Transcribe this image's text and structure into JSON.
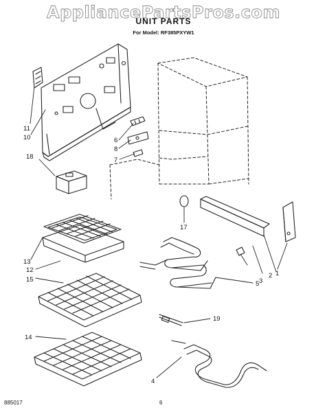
{
  "watermark": "AppliancePartsPros.com",
  "title": "UNIT PARTS",
  "subtitle": "For Model: RF385PXYW1",
  "footer_code": "885017",
  "page_number": "6",
  "callouts": {
    "c1": "1",
    "c2": "2",
    "c3": "3",
    "c4": "4",
    "c5": "5",
    "c6": "6",
    "c7": "7",
    "c8": "8",
    "c10": "10",
    "c11": "11",
    "c12": "12",
    "c13": "13",
    "c14": "14",
    "c15": "15",
    "c17": "17",
    "c18": "18",
    "c19": "19"
  }
}
